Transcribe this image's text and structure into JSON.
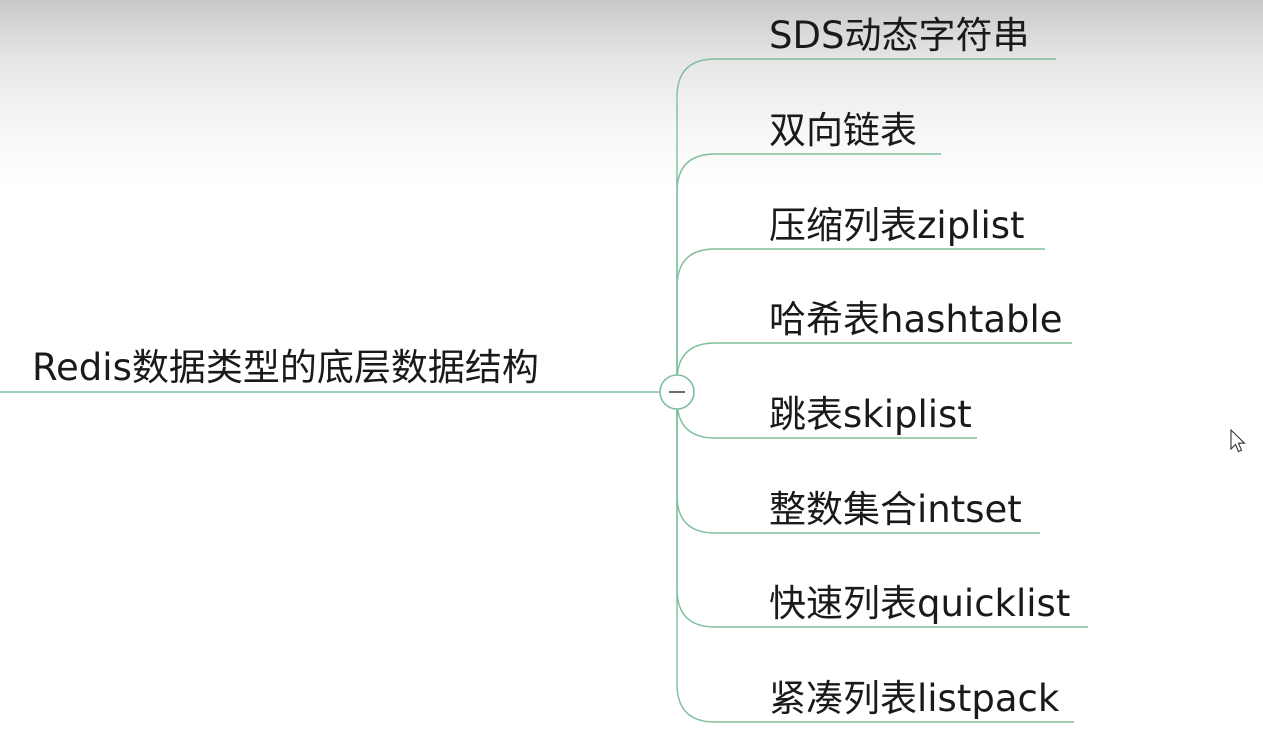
{
  "mindmap": {
    "root": {
      "label": "Redis数据类型的底层数据结构"
    },
    "collapse_toggle": {
      "icon": "minus-icon",
      "state": "expanded"
    },
    "children": [
      {
        "label": "SDS动态字符串"
      },
      {
        "label": "双向链表"
      },
      {
        "label": "压缩列表ziplist"
      },
      {
        "label": "哈希表hashtable"
      },
      {
        "label": "跳表skiplist"
      },
      {
        "label": "整数集合intset"
      },
      {
        "label": "快速列表quicklist"
      },
      {
        "label": "紧凑列表listpack"
      }
    ],
    "colors": {
      "branch_line": "#7fbf9c",
      "text": "#1a1a1a"
    }
  }
}
